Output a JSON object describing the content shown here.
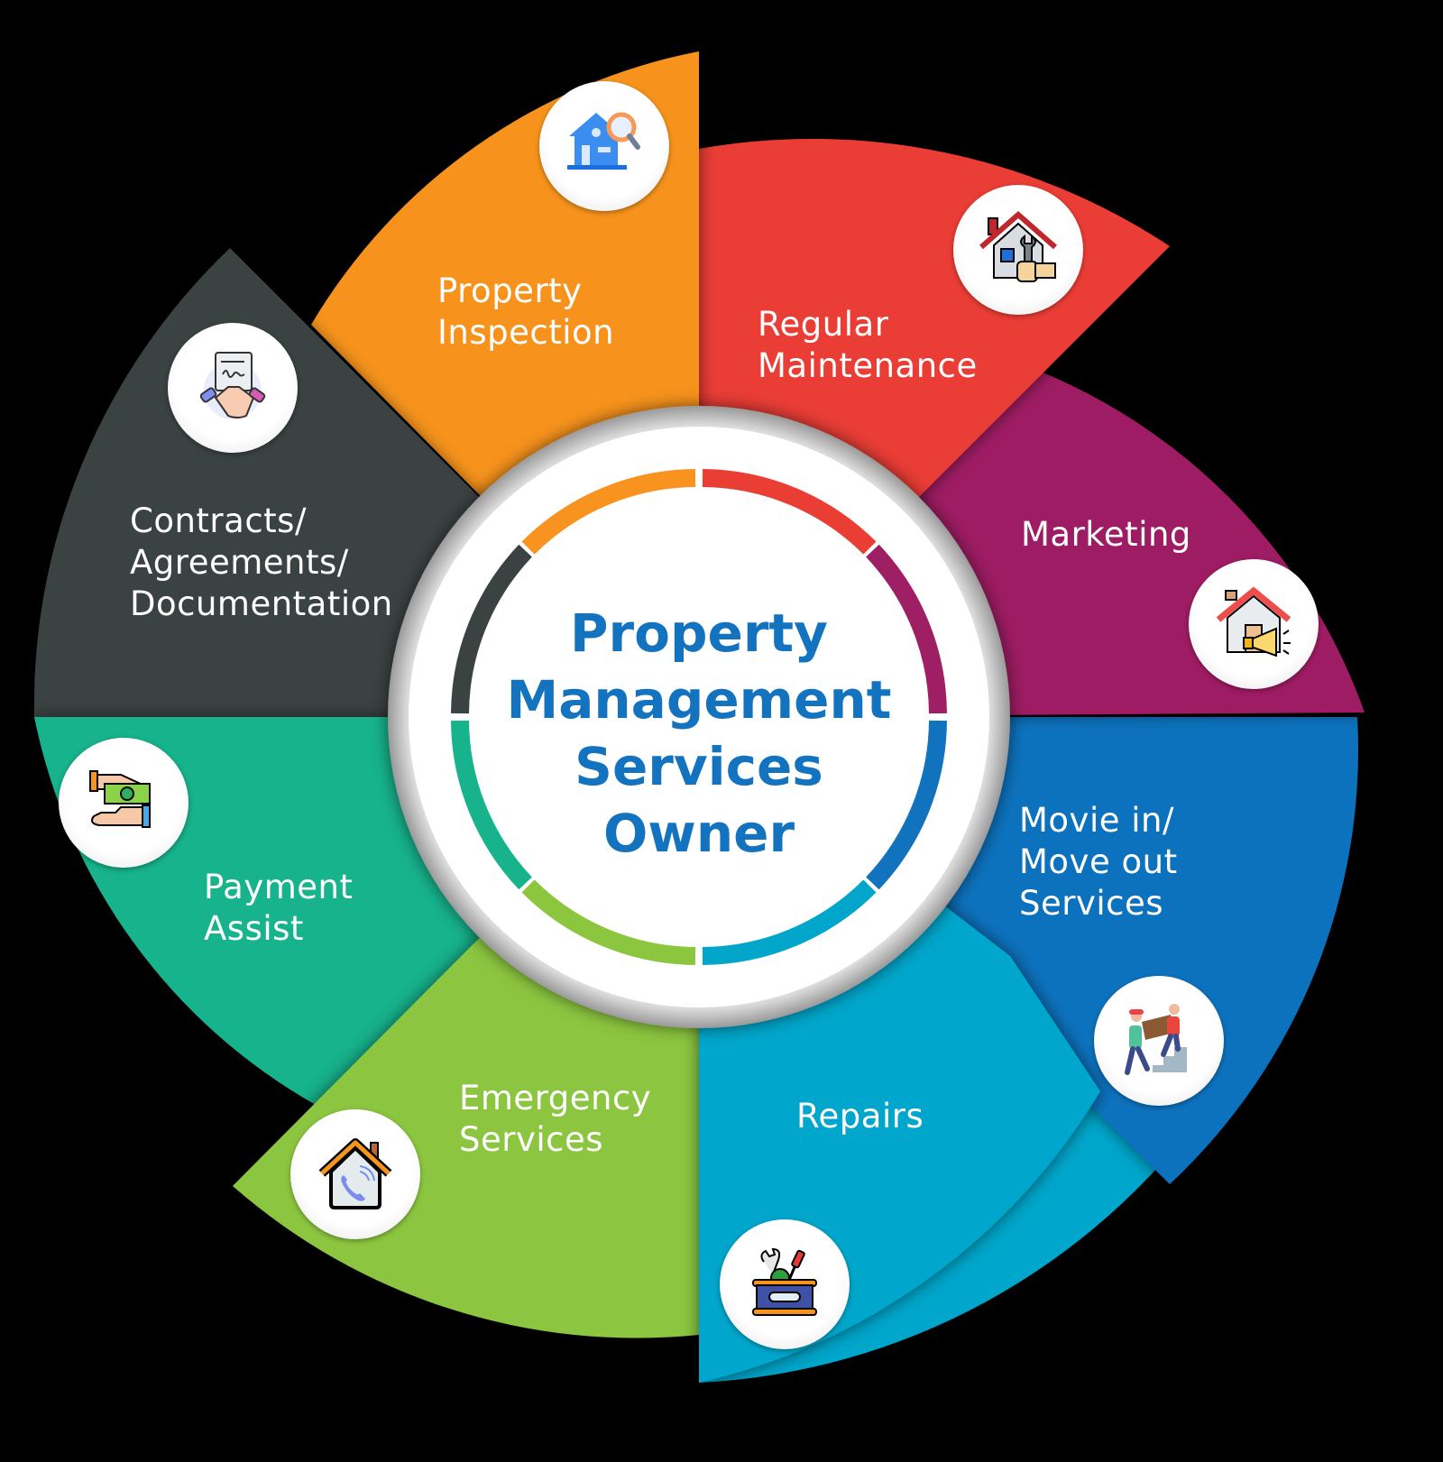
{
  "diagram": {
    "title_lines": [
      "Property",
      "Management",
      "Services",
      "Owner"
    ],
    "title_color": "#1473bf",
    "background": "#000000",
    "segments": [
      {
        "id": "property-inspection",
        "lines": [
          "Property",
          "Inspection"
        ],
        "color": "#f7931e",
        "icon": "house-search-icon"
      },
      {
        "id": "regular-maintenance",
        "lines": [
          "Regular",
          "Maintenance"
        ],
        "color": "#ea3e35",
        "icon": "house-wrench-icon"
      },
      {
        "id": "marketing",
        "lines": [
          "Marketing"
        ],
        "color": "#9e1f63",
        "icon": "house-megaphone-icon"
      },
      {
        "id": "move-in-move-out",
        "lines": [
          "Movie in/",
          "Move out",
          "Services"
        ],
        "color": "#1172be",
        "icon": "movers-stairs-icon"
      },
      {
        "id": "repairs",
        "lines": [
          "Repairs"
        ],
        "color": "#03a6cb",
        "icon": "toolbox-icon"
      },
      {
        "id": "emergency-services",
        "lines": [
          "Emergency",
          "Services"
        ],
        "color": "#8cc63f",
        "icon": "house-phone-icon"
      },
      {
        "id": "payment-assist",
        "lines": [
          "Payment",
          "Assist"
        ],
        "color": "#16b38c",
        "icon": "money-hands-icon"
      },
      {
        "id": "contracts",
        "lines": [
          "Contracts/",
          "Agreements/",
          "Documentation"
        ],
        "color": "#3b4242",
        "icon": "handshake-contract-icon"
      }
    ]
  }
}
